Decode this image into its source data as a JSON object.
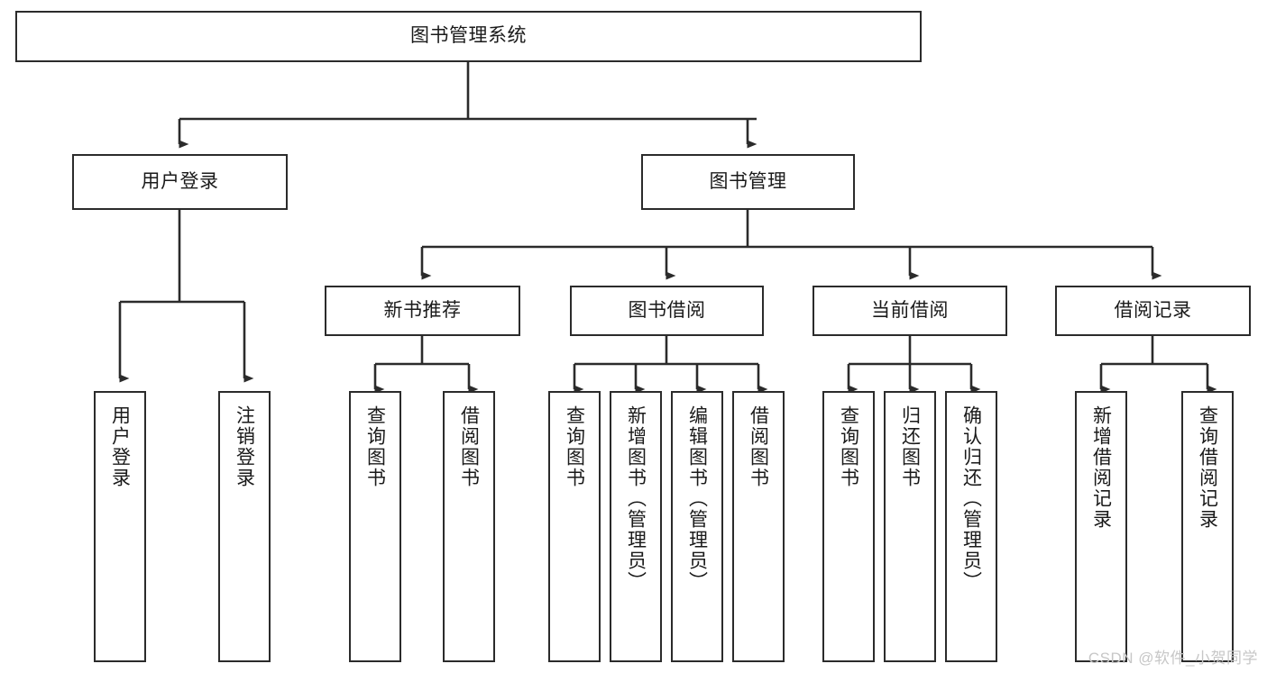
{
  "diagram": {
    "type": "tree-hierarchy-chart",
    "title": "图书管理系统",
    "stroke_color": "#2b2b2b",
    "background_color": "#ffffff",
    "levels": [
      {
        "level": 1,
        "nodes": [
          {
            "id": "root",
            "label": "图书管理系统",
            "orientation": "horizontal"
          }
        ]
      },
      {
        "level": 2,
        "nodes": [
          {
            "id": "login",
            "label": "用户登录",
            "orientation": "horizontal",
            "parent": "root"
          },
          {
            "id": "bookmgmt",
            "label": "图书管理",
            "orientation": "horizontal",
            "parent": "root"
          }
        ]
      },
      {
        "level": 3,
        "nodes": [
          {
            "id": "newbook",
            "label": "新书推荐",
            "orientation": "horizontal",
            "parent": "bookmgmt"
          },
          {
            "id": "borrow",
            "label": "图书借阅",
            "orientation": "horizontal",
            "parent": "bookmgmt"
          },
          {
            "id": "current",
            "label": "当前借阅",
            "orientation": "horizontal",
            "parent": "bookmgmt"
          },
          {
            "id": "record",
            "label": "借阅记录",
            "orientation": "horizontal",
            "parent": "bookmgmt"
          }
        ]
      },
      {
        "level": 4,
        "nodes": [
          {
            "id": "leaf-1",
            "label": "用户登录",
            "orientation": "vertical",
            "parent": "login"
          },
          {
            "id": "leaf-2",
            "label": "注销登录",
            "orientation": "vertical",
            "parent": "login"
          },
          {
            "id": "leaf-3",
            "label": "查询图书",
            "orientation": "vertical",
            "parent": "newbook"
          },
          {
            "id": "leaf-4",
            "label": "借阅图书",
            "orientation": "vertical",
            "parent": "newbook"
          },
          {
            "id": "leaf-5",
            "label": "查询图书",
            "orientation": "vertical",
            "parent": "borrow"
          },
          {
            "id": "leaf-6",
            "label": "新增图书（管理员）",
            "orientation": "vertical",
            "parent": "borrow"
          },
          {
            "id": "leaf-7",
            "label": "编辑图书（管理员）",
            "orientation": "vertical",
            "parent": "borrow"
          },
          {
            "id": "leaf-8",
            "label": "借阅图书",
            "orientation": "vertical",
            "parent": "borrow"
          },
          {
            "id": "leaf-9",
            "label": "查询图书",
            "orientation": "vertical",
            "parent": "current"
          },
          {
            "id": "leaf-10",
            "label": "归还图书",
            "orientation": "vertical",
            "parent": "current"
          },
          {
            "id": "leaf-11",
            "label": "确认归还（管理员）",
            "orientation": "vertical",
            "parent": "current"
          },
          {
            "id": "leaf-12",
            "label": "新增借阅记录",
            "orientation": "vertical",
            "parent": "record"
          },
          {
            "id": "leaf-13",
            "label": "查询借阅记录",
            "orientation": "vertical",
            "parent": "record"
          }
        ]
      }
    ]
  },
  "watermark": {
    "text": "CSDN @软件_小贺同学"
  }
}
